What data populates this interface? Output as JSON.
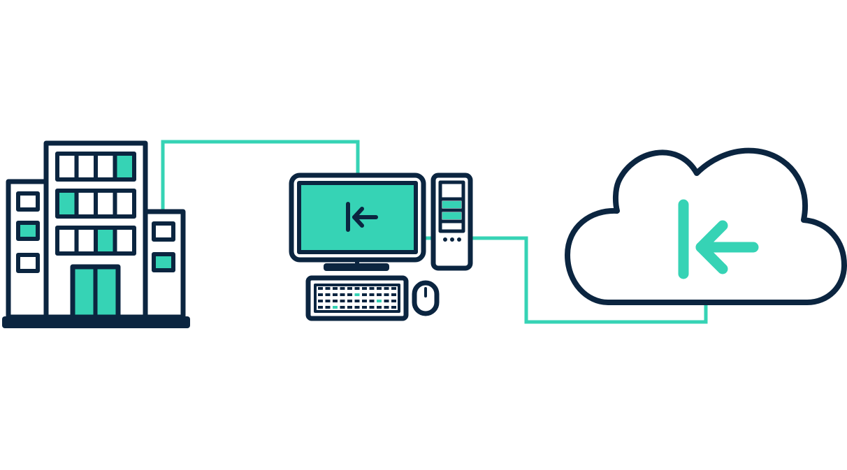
{
  "diagram": {
    "nodes": [
      {
        "id": "office-building",
        "icon": "office-building-icon"
      },
      {
        "id": "desktop-computer",
        "icon": "desktop-computer-icon",
        "screen_logo": "k-arrow-logo"
      },
      {
        "id": "cloud",
        "icon": "cloud-icon",
        "logo": "k-arrow-logo"
      }
    ],
    "connections": [
      {
        "from": "office-building",
        "to": "desktop-computer"
      },
      {
        "from": "desktop-computer",
        "to": "cloud"
      }
    ]
  },
  "colors": {
    "outline": "#0b2540",
    "accent": "#36d3b5",
    "background": "#ffffff"
  }
}
